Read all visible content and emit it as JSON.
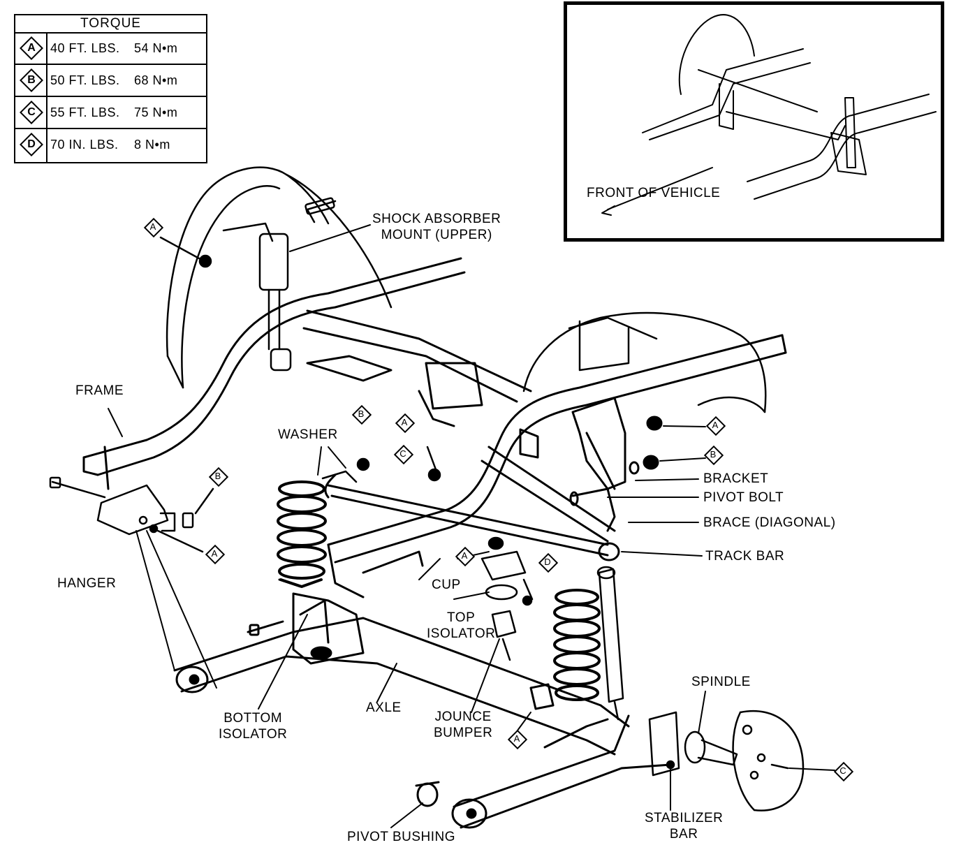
{
  "torque": {
    "title": "TORQUE",
    "rows": [
      {
        "key": "A",
        "ft": "40 FT. LBS.",
        "nm": "54 N•m"
      },
      {
        "key": "B",
        "ft": "50 FT. LBS.",
        "nm": "68 N•m"
      },
      {
        "key": "C",
        "ft": "55 FT. LBS.",
        "nm": "75 N•m"
      },
      {
        "key": "D",
        "ft": "70 IN. LBS.",
        "nm": "8 N•m"
      }
    ]
  },
  "inset": {
    "caption": "FRONT OF VEHICLE"
  },
  "labels": {
    "shock_mount": "SHOCK ABSORBER\nMOUNT (UPPER)",
    "frame": "FRAME",
    "washer": "WASHER",
    "bracket": "BRACKET",
    "pivot_bolt": "PIVOT BOLT",
    "brace": "BRACE (DIAGONAL)",
    "track_bar": "TRACK BAR",
    "hanger": "HANGER",
    "cup": "CUP",
    "top_isolator": "TOP\nISOLATOR",
    "spindle": "SPINDLE",
    "bottom_isolator": "BOTTOM\nISOLATOR",
    "axle": "AXLE",
    "jounce_bumper": "JOUNCE\nBUMPER",
    "stabilizer_bar": "STABILIZER\nBAR",
    "pivot_bushing": "PIVOT BUSHING"
  },
  "callouts": {
    "a": "A",
    "b": "B",
    "c": "C",
    "d": "D"
  }
}
